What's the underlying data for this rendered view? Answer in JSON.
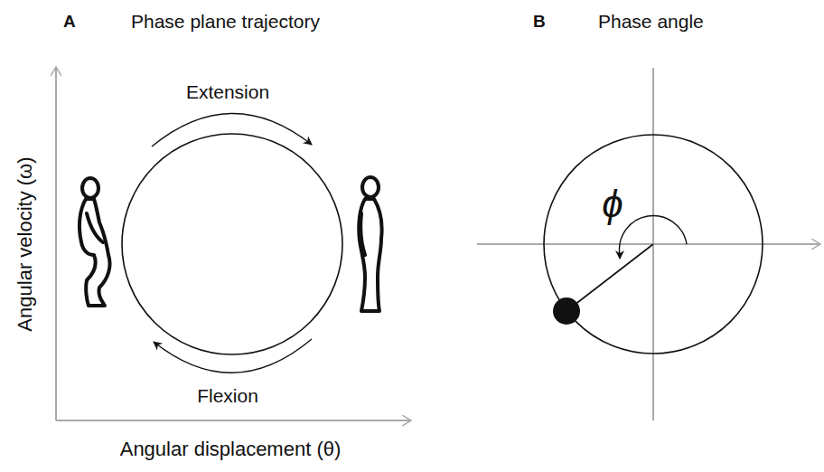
{
  "diagram": {
    "labels": [
      "A",
      "Phase plane trajectory",
      "B",
      "Phase angle",
      "Extension",
      "Flexion",
      "Angular velocity (ω)",
      "Angular displacement (θ)",
      "ϕ"
    ]
  }
}
